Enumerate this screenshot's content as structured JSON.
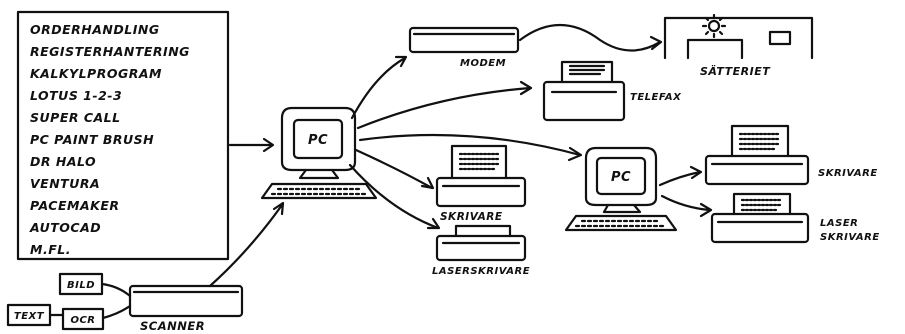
{
  "software_list": [
    "ORDERHANDLING",
    "REGISTERHANTERING",
    "KALKYLPROGRAM",
    "LOTUS 1-2-3",
    "SUPER CALL",
    "PC PAINT BRUSH",
    "DR HALO",
    "VENTURA",
    "PACEMAKER",
    "AUTOCAD",
    "M.FL."
  ],
  "labels": {
    "pc_main": "PC",
    "pc_second": "PC",
    "modem": "MODEM",
    "setteriet": "SÄTTERIET",
    "telefax": "TELEFAX",
    "skrivare_center": "SKRIVARE",
    "laserskrivare_center": "LASERSKRIVARE",
    "skrivare_right": "SKRIVARE",
    "laser_right_line1": "LASER",
    "laser_right_line2": "SKRIVARE",
    "scanner": "SCANNER",
    "bild": "BILD",
    "text": "TEXT",
    "ocr": "OCR"
  }
}
